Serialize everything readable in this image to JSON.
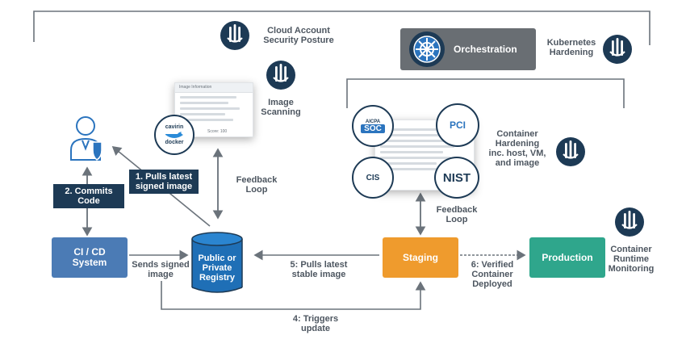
{
  "colors": {
    "navy": "#1d3a55",
    "ci_box": "#4b7bb5",
    "staging_box": "#ef9b2d",
    "production_box": "#2fa68c",
    "orchestration_box": "#696e73",
    "registry": "#1f6fb6",
    "label_text": "#4d5660",
    "arrows": "#6b737b"
  },
  "icon_name": "tower-logo-icon",
  "labels": {
    "cloud_posture": "Cloud Account\nSecurity Posture",
    "k8s_hardening": "Kubernetes\nHardening",
    "image_scanning": "Image\nScanning",
    "container_hardening": "Container\nHardening\ninc. host, VM,\nand image",
    "container_runtime": "Container\nRuntime\nMonitoring",
    "feedback_left": "Feedback\nLoop",
    "feedback_right": "Feedback\nLoop",
    "sends_signed": "Sends signed\nimage",
    "pulls_stable": "5: Pulls latest\nstable image",
    "verified_deployed": "6: Verified\nContainer\nDeployed",
    "triggers_update": "4: Triggers\nupdate"
  },
  "boxes": {
    "orchestration": "Orchestration",
    "commits_code": "2. Commits\nCode",
    "pulls_signed": "1. Pulls latest\nsigned image",
    "cicd": "CI / CD\nSystem",
    "registry": "Public or\nPrivate\nRegistry",
    "staging": "Staging",
    "production": "Production"
  },
  "scan_card": {
    "header": "Image Information",
    "score": "Score: 100",
    "brand": "cavirin",
    "docker": "docker"
  },
  "certs": {
    "aicpa": "AICPA",
    "soc": "SOC",
    "pci": "PCI",
    "cis": "CIS",
    "nist": "NIST"
  }
}
